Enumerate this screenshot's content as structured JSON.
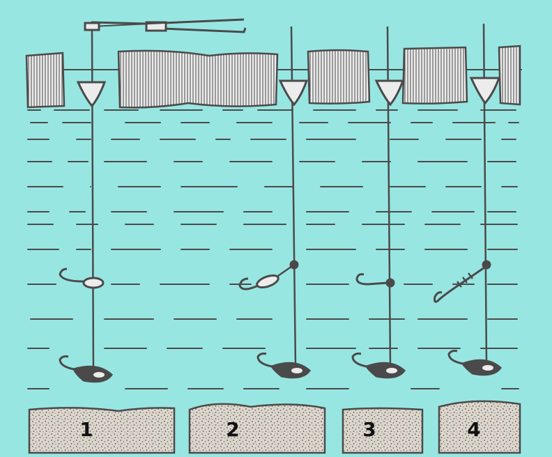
{
  "colors": {
    "water": "#98e6e2",
    "ink": "#4a4a4a",
    "ice": "#ececec",
    "bottom": "#d9d3c8",
    "label": "#111111"
  },
  "rigs": [
    {
      "label": "1",
      "icon": "rod-with-float-and-spoon"
    },
    {
      "label": "2",
      "icon": "line-with-float-side-hook-and-spoon"
    },
    {
      "label": "3",
      "icon": "line-with-float-dropper-hook-and-spoon"
    },
    {
      "label": "4",
      "icon": "line-with-float-wrapped-hook-and-spoon"
    }
  ]
}
